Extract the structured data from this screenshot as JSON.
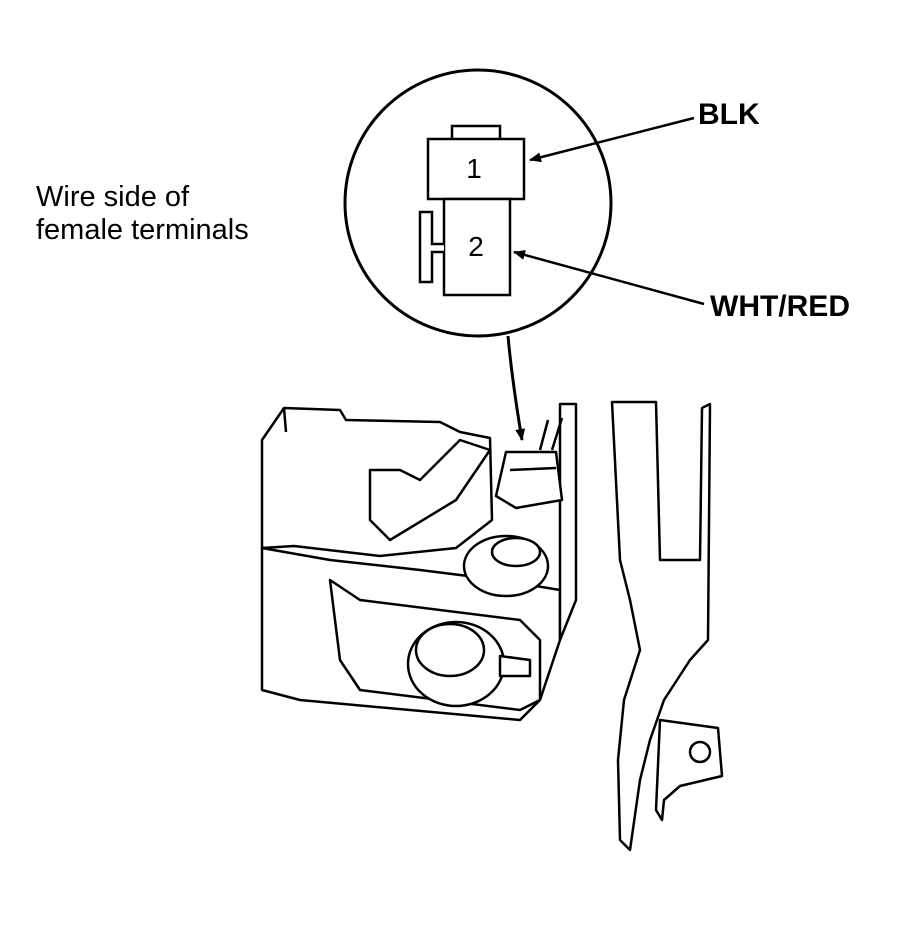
{
  "callout": {
    "line1": "Wire side of",
    "line2": "female terminals"
  },
  "wires": {
    "blk": "BLK",
    "wht_red": "WHT/RED"
  },
  "terminals": {
    "t1": "1",
    "t2": "2"
  }
}
